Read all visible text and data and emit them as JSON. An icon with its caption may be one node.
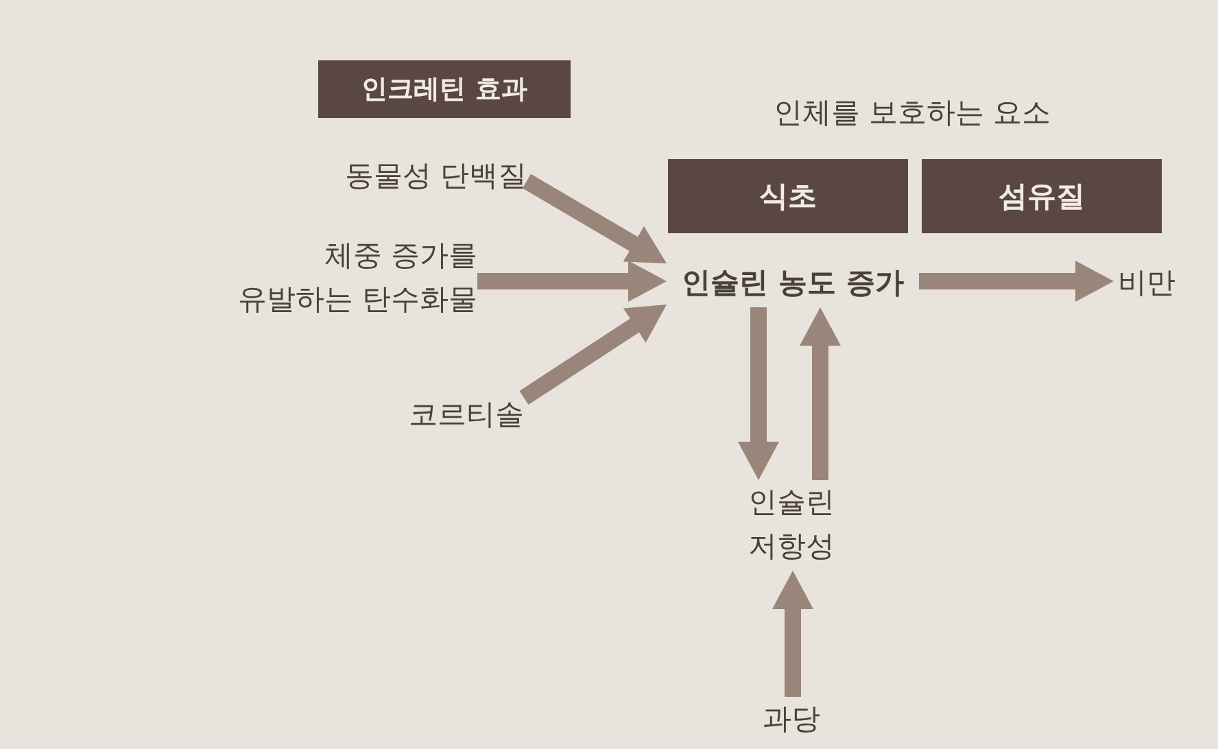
{
  "diagram": {
    "nodes": [
      {
        "text": [
          "인크레틴 효과"
        ]
      },
      {
        "text": [
          "동물성 단백질"
        ]
      },
      {
        "text": [
          "체중 증가를 유발하는 탄수화물"
        ]
      },
      {
        "text": [
          "코르티솔"
        ]
      },
      {
        "text": [
          "식초"
        ]
      },
      {
        "text": [
          "섬유질"
        ]
      },
      {
        "text": [
          "인슐린 농도 증가"
        ]
      },
      {
        "text": [
          "비만"
        ]
      },
      {
        "text": [
          "인슐린 저항성"
        ]
      },
      {
        "text": [
          "과당"
        ]
      }
    ],
    "edges": [
      {
        "from": 1,
        "to": 6,
        "arrow": "to"
      },
      {
        "from": 2,
        "to": 6,
        "arrow": "to"
      },
      {
        "from": 3,
        "to": 6,
        "arrow": "to"
      },
      {
        "from": 6,
        "to": 7,
        "arrow": "to"
      },
      {
        "from": 6,
        "to": 8,
        "arrow": "to"
      },
      {
        "from": 8,
        "to": 6,
        "arrow": "to"
      },
      {
        "from": 9,
        "to": 8,
        "arrow": "to"
      }
    ],
    "labels": [
      "인체를 보호하는 요소"
    ]
  }
}
